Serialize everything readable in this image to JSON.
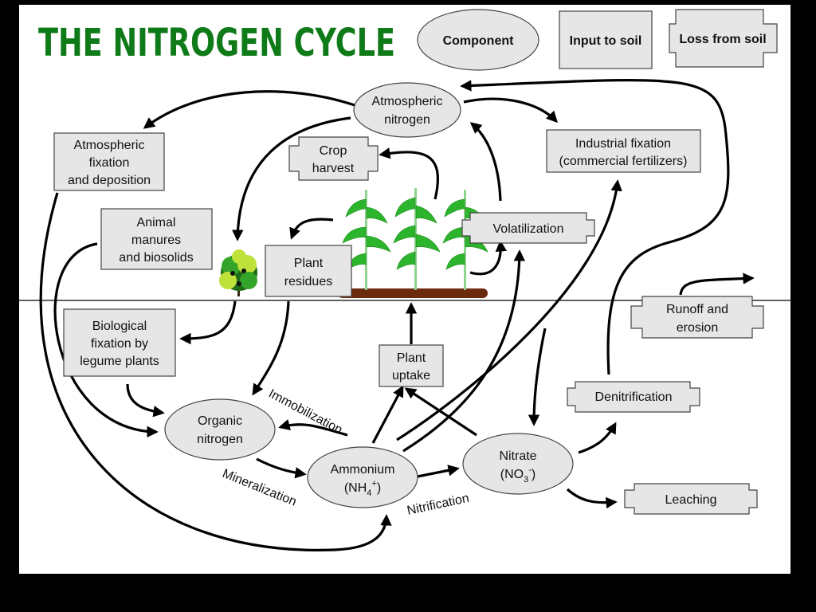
{
  "title": "THE NITROGEN CYCLE",
  "legend": {
    "component": "Component",
    "input": "Input to soil",
    "loss": "Loss from soil"
  },
  "components": {
    "atmospheric_nitrogen": [
      "Atmospheric",
      "nitrogen"
    ],
    "organic_nitrogen": [
      "Organic",
      "nitrogen"
    ],
    "ammonium": [
      "Ammonium",
      "(NH",
      "4",
      "+",
      ")"
    ],
    "nitrate": [
      "Nitrate",
      "(NO",
      "3",
      "-",
      ")"
    ]
  },
  "inputs": {
    "atmospheric_fixation": [
      "Atmospheric",
      "fixation",
      "and deposition"
    ],
    "animal_manures": [
      "Animal",
      "manures",
      "and biosolids"
    ],
    "industrial_fixation": [
      "Industrial fixation",
      "(commercial fertilizers)"
    ],
    "plant_residues": [
      "Plant",
      "residues"
    ],
    "biological_fixation": [
      "Biological",
      "fixation by",
      "legume plants"
    ],
    "plant_uptake": [
      "Plant",
      "uptake"
    ]
  },
  "losses": {
    "crop_harvest": [
      "Crop",
      "harvest"
    ],
    "volatilization": [
      "Volatilization"
    ],
    "runoff": [
      "Runoff and",
      "erosion"
    ],
    "denitrification": [
      "Denitrification"
    ],
    "leaching": [
      "Leaching"
    ]
  },
  "processes": {
    "immobilization": "Immobilization",
    "mineralization": "Mineralization",
    "nitrification": "Nitrification"
  },
  "colors": {
    "title": "#0f7a18",
    "box_fill": "#e6e6e6",
    "plant_green": "#2cb52c",
    "soil_brown": "#6b2a0e",
    "background": "#000000",
    "slide": "#ffffff"
  }
}
